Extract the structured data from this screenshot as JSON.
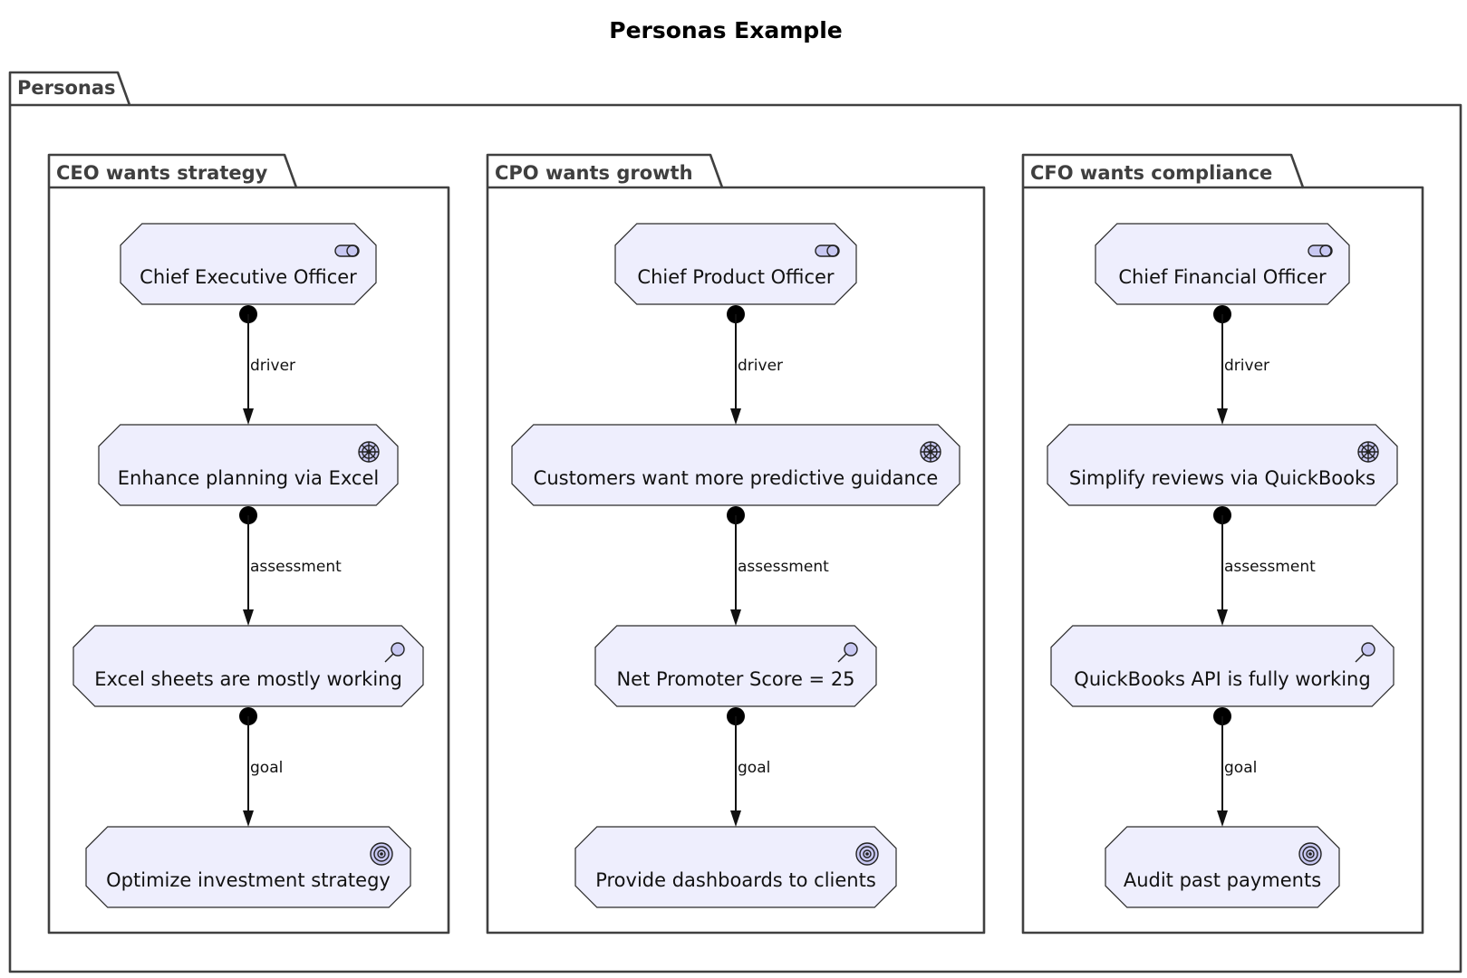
{
  "diagram": {
    "title": "Personas Example",
    "outer_package": "Personas",
    "personas": [
      {
        "package": "CEO wants strategy",
        "nodes": [
          {
            "label": "Chief Executive Officer",
            "icon": "stakeholder-icon"
          },
          {
            "label": "Enhance planning via Excel",
            "icon": "driver-icon"
          },
          {
            "label": "Excel sheets are mostly working",
            "icon": "assessment-icon"
          },
          {
            "label": "Optimize investment strategy",
            "icon": "goal-icon"
          }
        ],
        "edges": [
          "driver",
          "assessment",
          "goal"
        ]
      },
      {
        "package": "CPO wants growth",
        "nodes": [
          {
            "label": "Chief Product Officer",
            "icon": "stakeholder-icon"
          },
          {
            "label": "Customers want more predictive guidance",
            "icon": "driver-icon"
          },
          {
            "label": "Net Promoter Score = 25",
            "icon": "assessment-icon"
          },
          {
            "label": "Provide dashboards to clients",
            "icon": "goal-icon"
          }
        ],
        "edges": [
          "driver",
          "assessment",
          "goal"
        ]
      },
      {
        "package": "CFO wants compliance",
        "nodes": [
          {
            "label": "Chief Financial Officer",
            "icon": "stakeholder-icon"
          },
          {
            "label": "Simplify reviews via QuickBooks",
            "icon": "driver-icon"
          },
          {
            "label": "QuickBooks API is fully working",
            "icon": "assessment-icon"
          },
          {
            "label": "Audit past payments",
            "icon": "goal-icon"
          }
        ],
        "edges": [
          "driver",
          "assessment",
          "goal"
        ]
      }
    ],
    "colors": {
      "node_fill": "#eeeefd",
      "icon_fill": "#c8c8f2",
      "frame_stroke": "#404040"
    }
  }
}
